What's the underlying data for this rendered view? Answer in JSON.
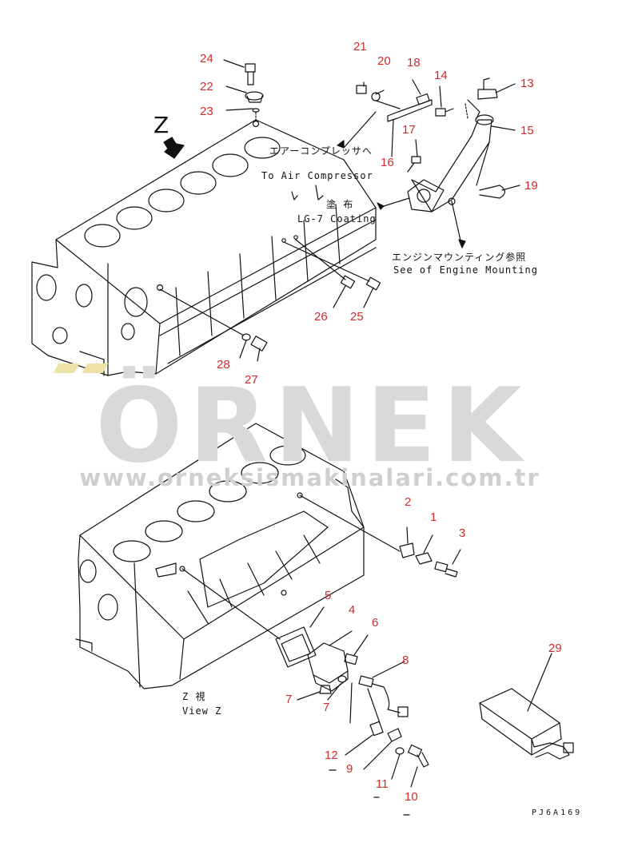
{
  "drawing_code": "PJ6A169",
  "view_marker": "Z",
  "watermark": {
    "brand": "ÖRNEK",
    "url": "www.orneksismakinalari.com.tr",
    "dot_color": "#eee1a8",
    "text_color": "#d9d9d9"
  },
  "notes": {
    "air_compressor_jp": "エアーコンプレッサへ",
    "air_compressor_en": "To Air Compressor",
    "coating_jp": "塗 布",
    "coating_en": "LG-7 Coating",
    "mounting_jp": "エンジンマウンティング参照",
    "mounting_en": "See of Engine Mounting",
    "view_z_jp": "Z 視",
    "view_z_en": "View Z"
  },
  "callouts": {
    "c1": "1",
    "c2": "2",
    "c3": "3",
    "c4": "4",
    "c5": "5",
    "c6": "6",
    "c7a": "7",
    "c7b": "7",
    "c8": "8",
    "c9": "9",
    "c10": "10",
    "c11": "11",
    "c12": "12",
    "c13": "13",
    "c14": "14",
    "c15": "15",
    "c16": "16",
    "c17": "17",
    "c18": "18",
    "c19": "19",
    "c20": "20",
    "c21": "21",
    "c22": "22",
    "c23": "23",
    "c24": "24",
    "c25": "25",
    "c26": "26",
    "c27": "27",
    "c28": "28",
    "c29": "29"
  },
  "colors": {
    "callout": "#d12b2b",
    "line": "#111111"
  }
}
